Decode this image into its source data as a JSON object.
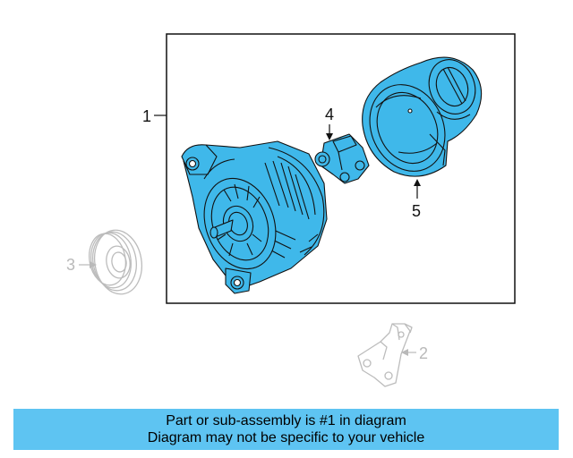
{
  "callouts": {
    "c1": "1",
    "c2": "2",
    "c3": "3",
    "c4": "4",
    "c5": "5"
  },
  "parts": {
    "1": "alternator-assembly",
    "2": "mounting-bracket",
    "3": "pulley",
    "4": "voltage-regulator",
    "5": "rear-cover"
  },
  "banner": {
    "line1": "Part or sub-assembly is #1 in diagram",
    "line2": "Diagram may not be specific to your vehicle"
  },
  "colors": {
    "highlight": "#3fb8ea",
    "banner": "#5ec4f2",
    "ghost": "#bcbcbc",
    "outline": "#111111"
  }
}
